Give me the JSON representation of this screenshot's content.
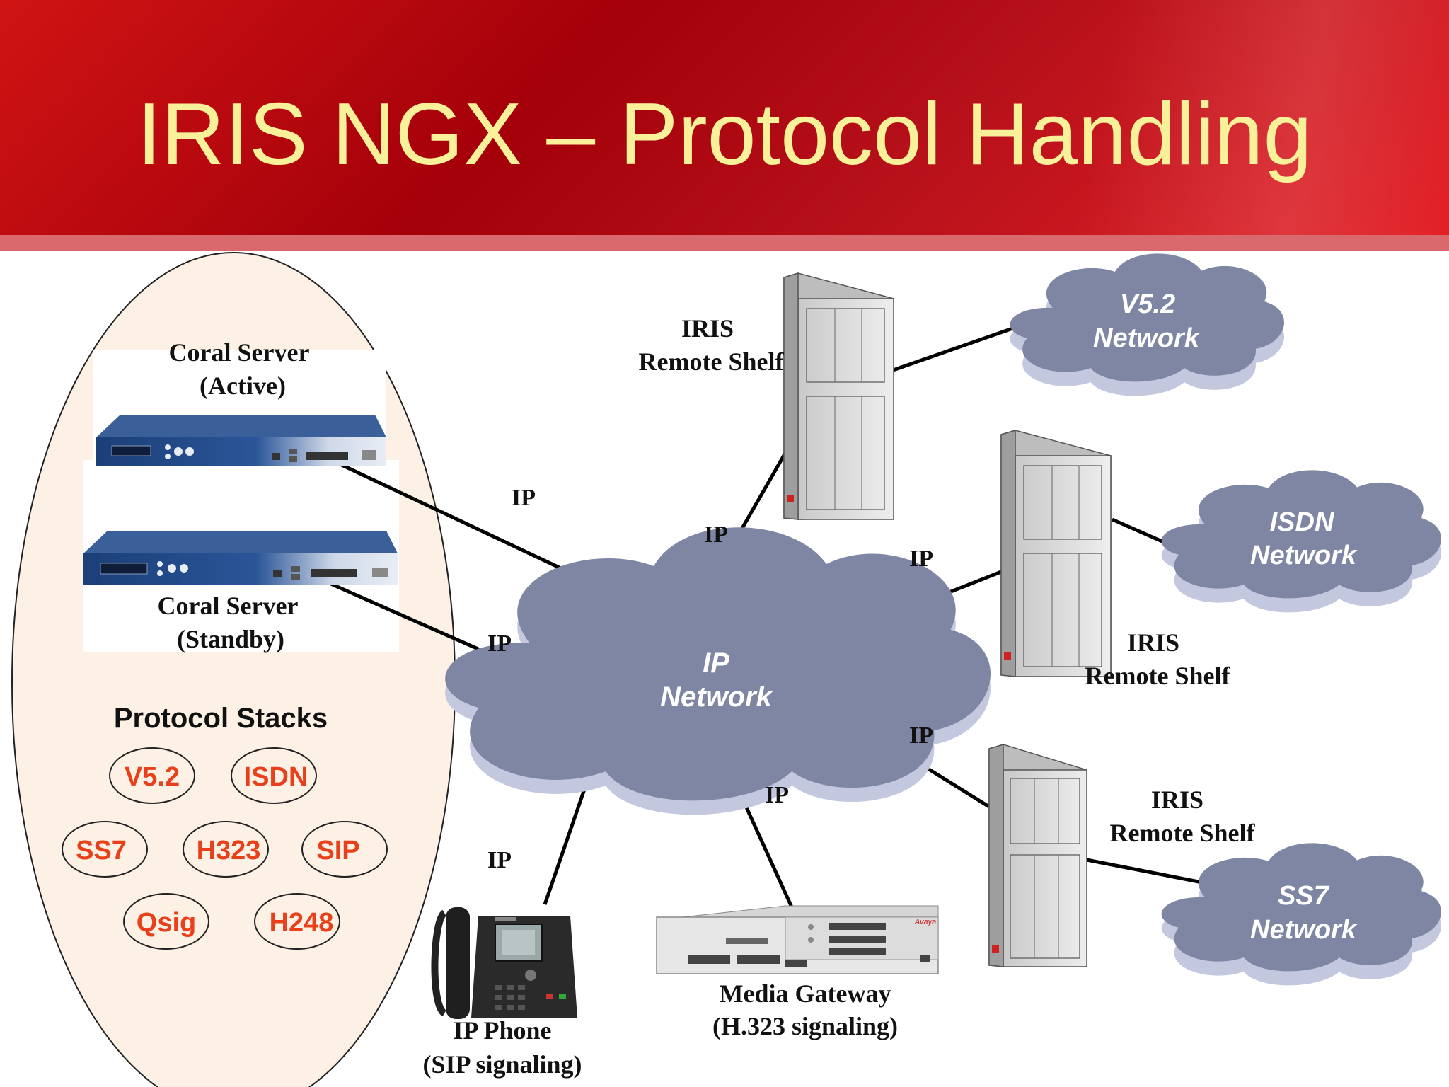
{
  "title": "IRIS NGX – Protocol Handling",
  "colors": {
    "header": "#b5101a",
    "title_text": "#f8f19a",
    "cloud": "#7f86a4",
    "ellipse_fill": "#fdf0e4",
    "protocol_text": "#e8401a"
  },
  "coral_active": {
    "line1": "Coral Server",
    "line2": "(Active)"
  },
  "coral_standby": {
    "line1": "Coral Server",
    "line2": "(Standby)"
  },
  "protocol_stacks": {
    "heading": "Protocol Stacks",
    "items": [
      "V5.2",
      "ISDN",
      "SS7",
      "H323",
      "SIP",
      "Qsig",
      "H248"
    ]
  },
  "ip_cloud": {
    "line1": "IP",
    "line2": "Network"
  },
  "v52_cloud": {
    "line1": "V5.2",
    "line2": "Network"
  },
  "isdn_cloud": {
    "line1": "ISDN",
    "line2": "Network"
  },
  "ss7_cloud": {
    "line1": "SS7",
    "line2": "Network"
  },
  "remote_shelf_top": {
    "line1": "IRIS",
    "line2": "Remote Shelf"
  },
  "remote_shelf_mid": {
    "line1": "IRIS",
    "line2": "Remote Shelf"
  },
  "remote_shelf_bottom": {
    "line1": "IRIS",
    "line2": "Remote Shelf"
  },
  "ip_labels": [
    "IP",
    "IP",
    "IP",
    "IP",
    "IP",
    "IP",
    "IP"
  ],
  "ip_phone": {
    "line1": "IP Phone",
    "line2": "(SIP signaling)"
  },
  "media_gateway": {
    "line1": "Media Gateway",
    "line2": "(H.323 signaling)",
    "brand": "Avaya"
  }
}
